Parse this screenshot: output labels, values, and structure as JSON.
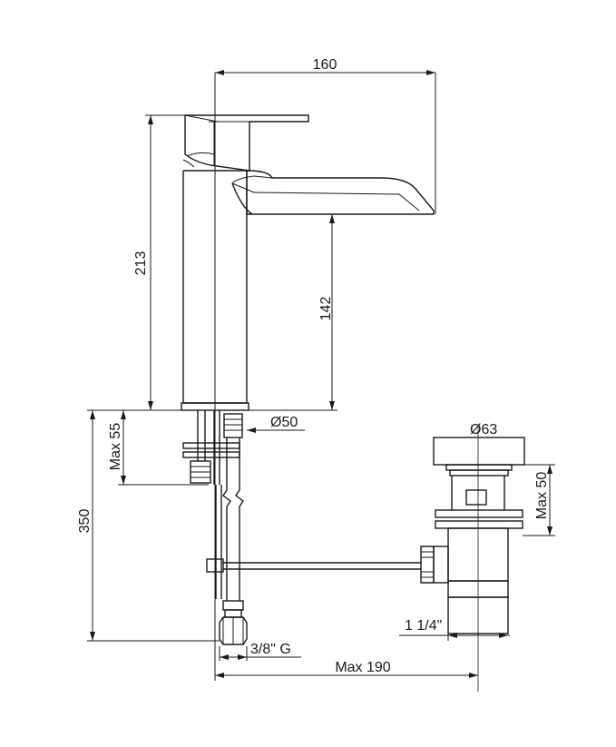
{
  "dimensions": {
    "spout_reach": "160",
    "overall_height": "213",
    "spout_height": "142",
    "base_diameter": "Ø50",
    "deck_thickness": "Max 55",
    "hose_length": "350",
    "hose_thread": "3/8\" G",
    "waste_diameter": "Ø63",
    "waste_deck": "Max 50",
    "waste_thread": "1 1/4\"",
    "waste_rod_reach": "Max 190"
  }
}
